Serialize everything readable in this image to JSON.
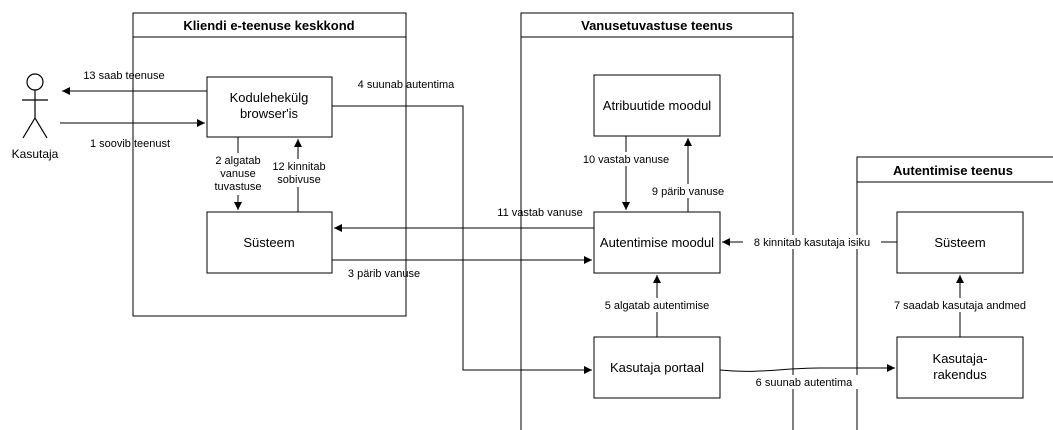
{
  "actor": {
    "label": "Kasutaja"
  },
  "pools": {
    "client": {
      "title": "Kliendi e-teenuse keskkond"
    },
    "age": {
      "title": "Vanusetuvastuse teenus"
    },
    "auth": {
      "title": "Autentimise teenus"
    }
  },
  "nodes": {
    "homepage": {
      "line1": "Kodulehekülg",
      "line2": "browser'is"
    },
    "client_system": {
      "label": "Süsteem"
    },
    "attributes": {
      "label": "Atribuutide moodul"
    },
    "auth_module": {
      "label": "Autentimise moodul"
    },
    "user_portal": {
      "label": "Kasutaja portaal"
    },
    "auth_system": {
      "label": "Süsteem"
    },
    "user_app": {
      "line1": "Kasutaja-",
      "line2": "rakendus"
    }
  },
  "edges": {
    "e1": "1 soovib teenust",
    "e2": {
      "line1": "2 algatab",
      "line2": "vanuse",
      "line3": "tuvastuse"
    },
    "e3": "3 pärib vanuse",
    "e4": "4 suunab autentima",
    "e5": "5 algatab autentimise",
    "e6": "6 suunab autentima",
    "e7": "7 saadab kasutaja andmed",
    "e8": "8 kinnitab kasutaja isiku",
    "e9": "9 pärib vanuse",
    "e10": "10 vastab vanuse",
    "e11": "11 vastab vanuse",
    "e12": {
      "line1": "12 kinnitab",
      "line2": "sobivuse"
    },
    "e13": "13 saab teenuse"
  }
}
